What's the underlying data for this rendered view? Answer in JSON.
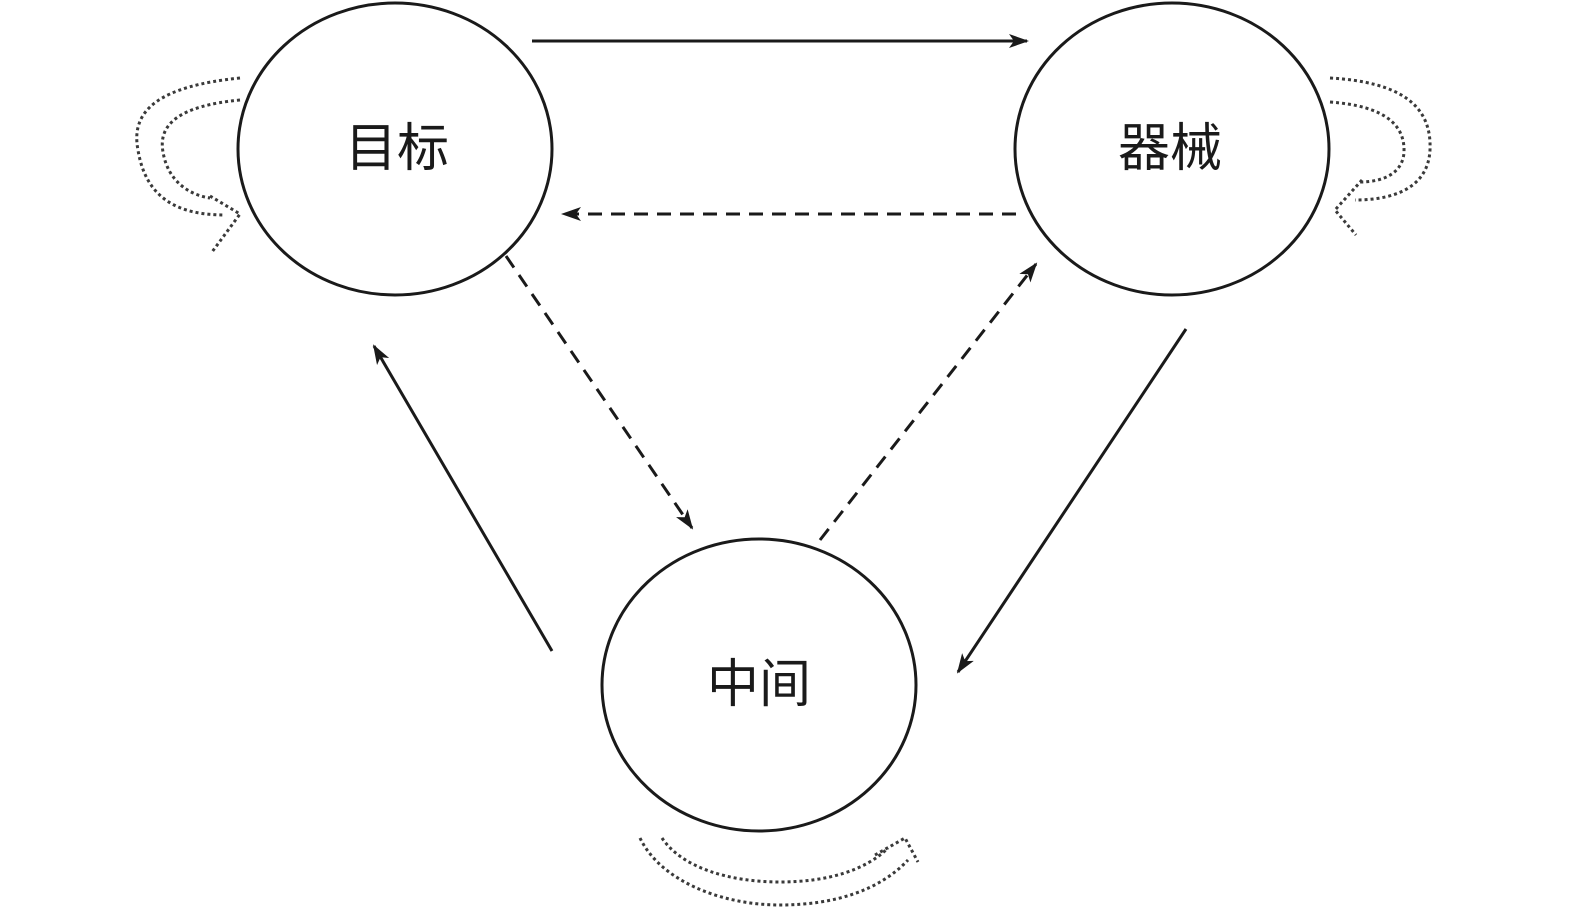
{
  "nodes": {
    "target": {
      "label": "目标"
    },
    "instrument": {
      "label": "器械"
    },
    "middle": {
      "label": "中间"
    }
  },
  "edges": [
    {
      "from": "target",
      "to": "instrument",
      "style": "solid"
    },
    {
      "from": "instrument",
      "to": "target",
      "style": "dashed"
    },
    {
      "from": "target",
      "to": "middle",
      "style": "dashed"
    },
    {
      "from": "middle",
      "to": "instrument",
      "style": "dashed"
    },
    {
      "from": "instrument",
      "to": "middle",
      "style": "solid"
    },
    {
      "from": "middle",
      "to": "target",
      "style": "solid"
    }
  ],
  "self_loops": [
    "target",
    "instrument",
    "middle"
  ],
  "colors": {
    "stroke": "#1a1a1a",
    "loop": "#3a3a3a",
    "background": "#ffffff"
  }
}
